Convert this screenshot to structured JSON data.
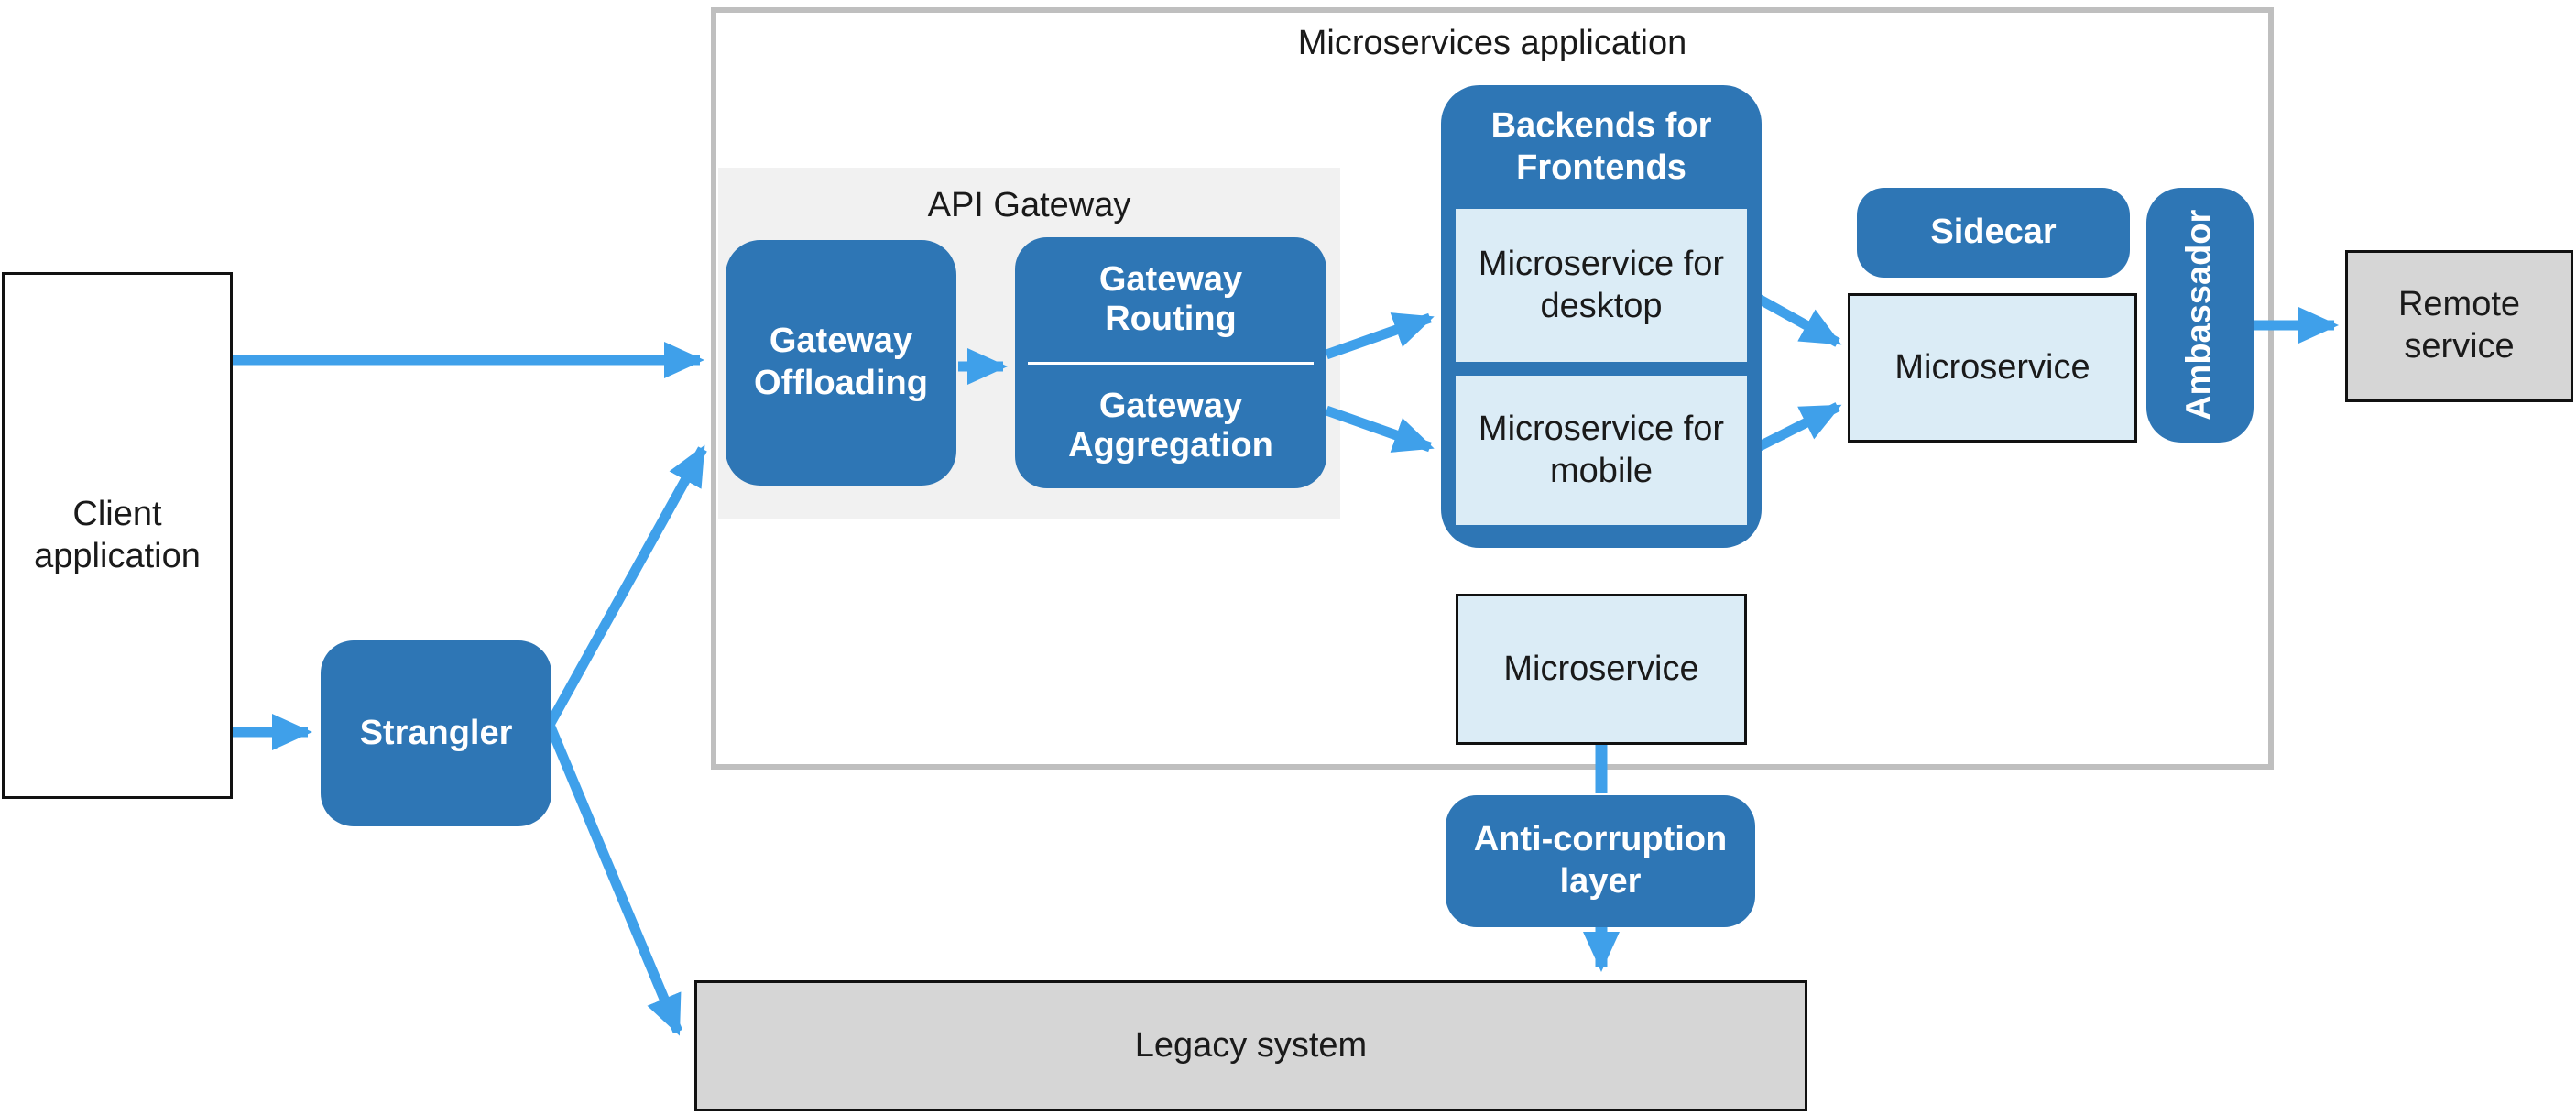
{
  "title": "Microservices application",
  "nodes": {
    "client": "Client application",
    "strangler": "Strangler",
    "api_gateway_label": "API Gateway",
    "gateway_offloading": "Gateway Offloading",
    "gateway_routing": "Gateway Routing",
    "gateway_aggregation": "Gateway Aggregation",
    "bff_title": "Backends for Frontends",
    "ms_desktop": "Microservice for desktop",
    "ms_mobile": "Microservice for mobile",
    "sidecar": "Sidecar",
    "ambassador": "Ambassador",
    "ms_right": "Microservice",
    "ms_middle": "Microservice",
    "acl": "Anti-corruption layer",
    "remote": "Remote service",
    "legacy": "Legacy system"
  },
  "colors": {
    "node_blue": "#2E76B5",
    "node_light_blue": "#DBECF6",
    "arrow_blue": "#3FA0EA",
    "panel_gray": "#F1F1F1",
    "box_gray": "#D6D6D6",
    "container_border_gray": "#BFBFBF",
    "outline_black": "#111111"
  }
}
